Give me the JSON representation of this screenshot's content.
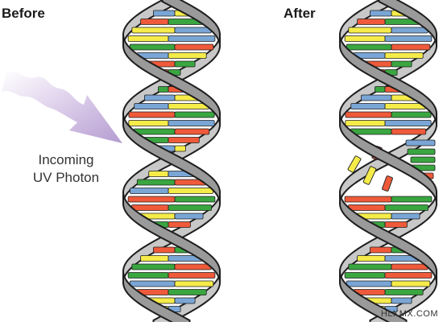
{
  "labels": {
    "before": "Before",
    "after": "After",
    "photon_line1": "Incoming",
    "photon_line2": "UV Photon",
    "watermark": "HLKMX.COM"
  },
  "colors": {
    "backbone": "#9a9a9a",
    "backbone_outline": "#1e1e1e",
    "base_green": "#3aa640",
    "base_yellow": "#f5ec4a",
    "base_red": "#ef5a3a",
    "base_blue": "#7aa6d6",
    "photon": "#c9b6dc"
  },
  "icons": {
    "photon": "uv-photon-wave-arrow",
    "damage": "broken-base-pairs"
  }
}
